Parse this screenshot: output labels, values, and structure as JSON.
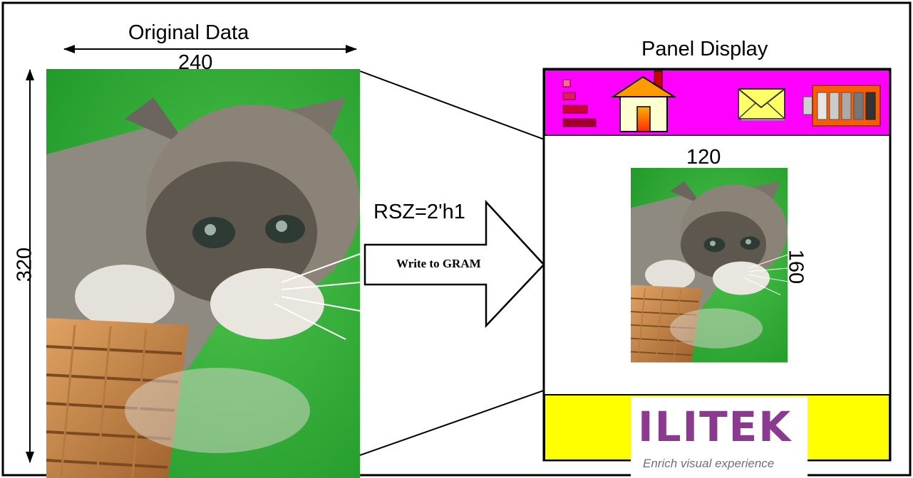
{
  "original": {
    "title": "Original Data",
    "width_label": "240",
    "height_label": "320"
  },
  "panel": {
    "title": "Panel Display",
    "width_label": "120",
    "height_label": "160"
  },
  "transfer": {
    "register_label": "RSZ=2'h1",
    "action_label": "Write to GRAM"
  },
  "logo": {
    "name": "ILITEK",
    "tagline": "Enrich visual experience"
  },
  "colors": {
    "status_bar": "#ff00ff",
    "logo_bar": "#ffff00",
    "photo_background": "#3bb33a",
    "logo_text": "#8a3b8f",
    "battery_body": "#ff5a00"
  },
  "icons": [
    "signal-icon",
    "home-icon",
    "mail-icon",
    "battery-icon",
    "kitten-photo"
  ]
}
